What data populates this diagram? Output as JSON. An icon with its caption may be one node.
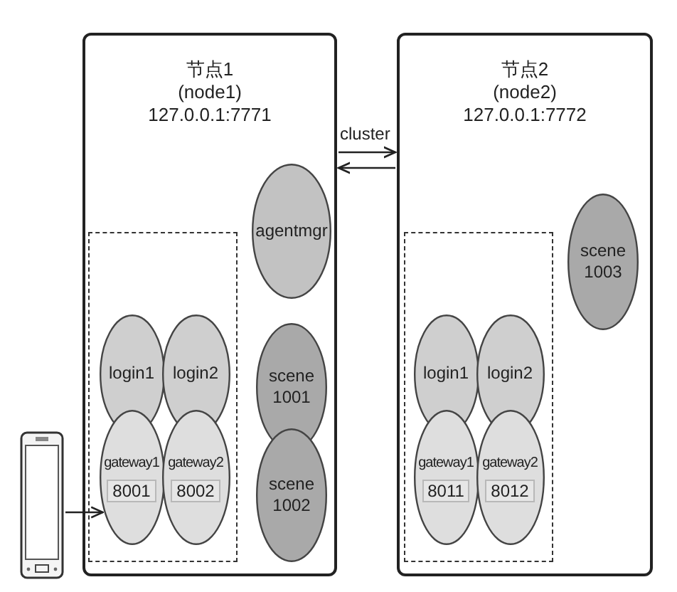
{
  "diagram": {
    "nodes": [
      {
        "text": [
          "节点1",
          "(node1)",
          "127.0.0.1:7771"
        ]
      },
      {
        "text": [],
        "shape": "box",
        "in": 0
      },
      {
        "text": [
          "login1"
        ],
        "in": 1
      },
      {
        "text": [
          "login2"
        ],
        "in": 1
      },
      {
        "text": [
          "gateway1",
          "8001"
        ],
        "in": 1
      },
      {
        "text": [
          "gateway2",
          "8002"
        ],
        "in": 1
      },
      {
        "text": [
          "agentmgr"
        ],
        "in": 0
      },
      {
        "text": [
          "scene 1001"
        ],
        "in": 0
      },
      {
        "text": [
          "scene 1002"
        ],
        "in": 0
      },
      {
        "text": [
          "节点2",
          "(node2)",
          "127.0.0.1:7772"
        ]
      },
      {
        "text": [],
        "shape": "box",
        "in": 9
      },
      {
        "text": [
          "login1"
        ],
        "in": 10
      },
      {
        "text": [
          "login2"
        ],
        "in": 10
      },
      {
        "text": [
          "gateway1",
          "8011"
        ],
        "in": 10
      },
      {
        "text": [
          "gateway2",
          "8012"
        ],
        "in": 10
      },
      {
        "text": [
          "scene 1003"
        ],
        "in": 9
      },
      {
        "text": [],
        "shape": "picture"
      }
    ],
    "edges": [
      {
        "from": 0,
        "to": 9,
        "arrow": "to",
        "label": "cluster"
      },
      {
        "from": 9,
        "to": 0,
        "arrow": "to"
      },
      {
        "from": 16,
        "to": 4,
        "arrow": "to"
      }
    ]
  }
}
